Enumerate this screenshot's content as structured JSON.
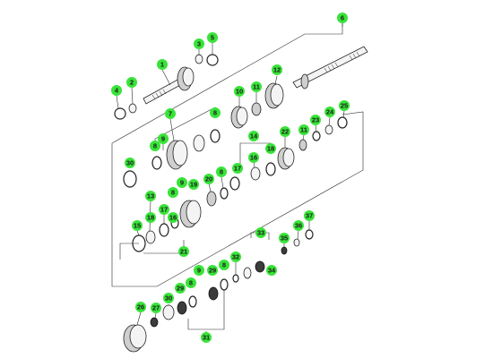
{
  "colors": {
    "callout_fill": "#39e339",
    "callout_text": "#1a1a1a",
    "line": "#2a2a2a"
  },
  "callouts": [
    {
      "id": "c6",
      "text": "6"
    },
    {
      "id": "c1",
      "text": "1"
    },
    {
      "id": "c3",
      "text": "3"
    },
    {
      "id": "c5",
      "text": "5"
    },
    {
      "id": "c4",
      "text": "4"
    },
    {
      "id": "c2",
      "text": "2"
    },
    {
      "id": "c12",
      "text": "12"
    },
    {
      "id": "c10",
      "text": "10"
    },
    {
      "id": "c11",
      "text": "11"
    },
    {
      "id": "c25",
      "text": "25"
    },
    {
      "id": "c24",
      "text": "24"
    },
    {
      "id": "c23",
      "text": "23"
    },
    {
      "id": "c11b",
      "text": "11"
    },
    {
      "id": "c22",
      "text": "22"
    },
    {
      "id": "c7",
      "text": "7"
    },
    {
      "id": "c8a",
      "text": "8"
    },
    {
      "id": "c8b",
      "text": "8"
    },
    {
      "id": "c9a",
      "text": "9"
    },
    {
      "id": "c14",
      "text": "14"
    },
    {
      "id": "c17a",
      "text": "17"
    },
    {
      "id": "c16a",
      "text": "16"
    },
    {
      "id": "c18a",
      "text": "18"
    },
    {
      "id": "c30a",
      "text": "30"
    },
    {
      "id": "c8c",
      "text": "8"
    },
    {
      "id": "c20",
      "text": "20"
    },
    {
      "id": "c9b",
      "text": "9"
    },
    {
      "id": "c19",
      "text": "19"
    },
    {
      "id": "c8d",
      "text": "8"
    },
    {
      "id": "c13",
      "text": "13"
    },
    {
      "id": "c17b",
      "text": "17"
    },
    {
      "id": "c15",
      "text": "15"
    },
    {
      "id": "c18b",
      "text": "18"
    },
    {
      "id": "c16b",
      "text": "16"
    },
    {
      "id": "c21",
      "text": "21"
    },
    {
      "id": "c37",
      "text": "37"
    },
    {
      "id": "c36",
      "text": "36"
    },
    {
      "id": "c33",
      "text": "33"
    },
    {
      "id": "c35",
      "text": "35"
    },
    {
      "id": "c32",
      "text": "32"
    },
    {
      "id": "c34",
      "text": "34"
    },
    {
      "id": "c9c",
      "text": "9"
    },
    {
      "id": "c8e",
      "text": "8"
    },
    {
      "id": "c29a",
      "text": "29"
    },
    {
      "id": "c29b",
      "text": "29"
    },
    {
      "id": "c8f",
      "text": "8"
    },
    {
      "id": "c30b",
      "text": "30"
    },
    {
      "id": "c26",
      "text": "26"
    },
    {
      "id": "c27",
      "text": "27"
    },
    {
      "id": "c31",
      "text": "31"
    }
  ]
}
